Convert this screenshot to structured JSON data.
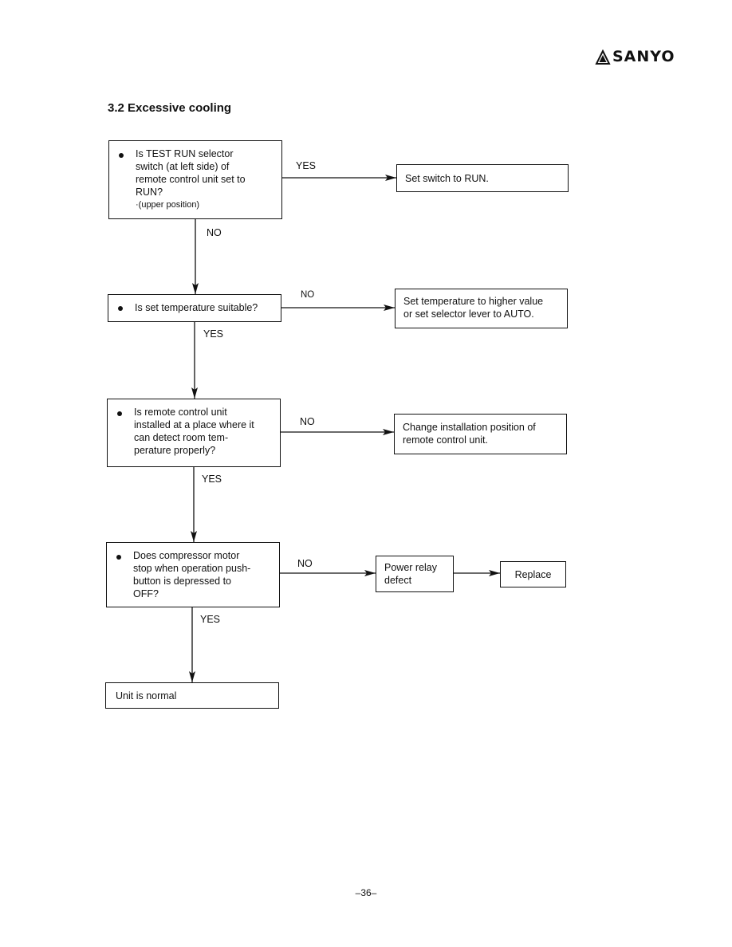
{
  "brand": {
    "name": "SANYO",
    "icon": "sanyo-logo-icon"
  },
  "section_title": "3.2 Excessive cooling",
  "q1": {
    "lines": [
      "Is TEST RUN selector",
      "switch (at left side) of",
      "remote control unit set to",
      "RUN?"
    ],
    "note": "·(upper position)"
  },
  "q2": {
    "lines": [
      "Is set temperature suitable?"
    ]
  },
  "q3": {
    "lines": [
      "Is remote control unit",
      "installed at a place where it",
      "can detect room tem-",
      "perature properly?"
    ]
  },
  "q4": {
    "lines": [
      "Does compressor motor",
      "stop when operation push-",
      "button is depressed to",
      "OFF?"
    ]
  },
  "r1": {
    "text": "Set switch to RUN."
  },
  "r2": {
    "lines": [
      "Set temperature to higher value",
      "or set selector lever to AUTO."
    ]
  },
  "r3": {
    "lines": [
      "Change installation position of",
      "remote control unit."
    ]
  },
  "r4": {
    "lines": [
      "Power relay",
      "defect"
    ]
  },
  "r5": {
    "text": "Replace"
  },
  "end": {
    "text": "Unit is normal"
  },
  "labels": {
    "q1_right": "YES",
    "q1_down": "NO",
    "q2_right": "NO",
    "q2_down": "YES",
    "q3_right": "NO",
    "q3_down": "YES",
    "q4_right": "NO",
    "q4_down": "YES"
  },
  "page_number": "–36–"
}
